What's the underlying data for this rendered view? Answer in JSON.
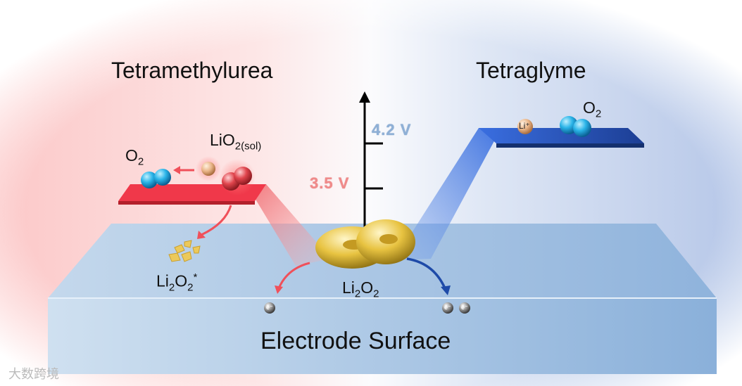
{
  "titles": {
    "left": "Tetramethylurea",
    "right": "Tetraglyme"
  },
  "left_species": {
    "o2": {
      "base": "O",
      "sub": "2"
    },
    "lio2": {
      "base": "LiO",
      "sub": "2(sol)"
    },
    "li2o2_star": {
      "a": "Li",
      "a_sub": "2",
      "b": "O",
      "b_sub": "2",
      "sup": "*"
    }
  },
  "right_species": {
    "o2": {
      "base": "O",
      "sub": "2"
    },
    "li_plus": "Li⁺"
  },
  "center_product": {
    "a": "Li",
    "a_sub": "2",
    "b": "O",
    "b_sub": "2"
  },
  "voltages": {
    "high": "4.2 V",
    "low": "3.5 V"
  },
  "electrons": [
    "e⁻",
    "e⁻",
    "e⁻"
  ],
  "surface_label": "Electrode Surface",
  "watermark": "大数跨境",
  "colors": {
    "left_accent": "#e8323a",
    "right_accent": "#2f61d6",
    "electrode": "#a6c7e6",
    "o2_molecule": "#2ab4e8",
    "lio2_molecule": "#e0454d",
    "li_ion": "#e9b487",
    "li2o2": "#e8c341"
  }
}
